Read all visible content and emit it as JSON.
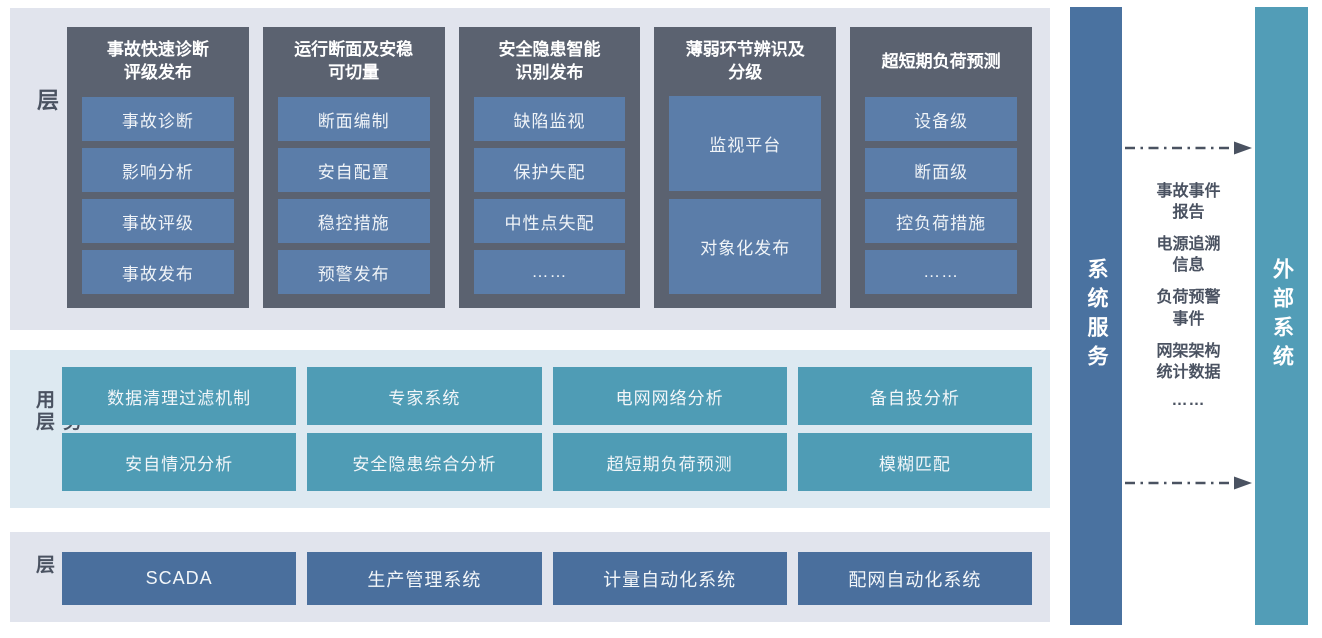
{
  "top_layer": {
    "label": "高级应用层",
    "columns": [
      {
        "title": "事故快速诊断\n评级发布",
        "items": [
          "事故诊断",
          "影响分析",
          "事故评级",
          "事故发布"
        ]
      },
      {
        "title": "运行断面及安稳\n可切量",
        "items": [
          "断面编制",
          "安自配置",
          "稳控措施",
          "预警发布"
        ]
      },
      {
        "title": "安全隐患智能\n识别发布",
        "items": [
          "缺陷监视",
          "保护失配",
          "中性点失配",
          "……"
        ]
      },
      {
        "title": "薄弱环节辨识及\n分级",
        "items": [
          "监视平台",
          "对象化发布"
        ]
      },
      {
        "title": "超短期负荷预测",
        "items": [
          "设备级",
          "断面级",
          "控负荷措施",
          "……"
        ]
      }
    ]
  },
  "mid_layer": {
    "label": "业务应用层",
    "rows": [
      [
        "数据清理过滤机制",
        "专家系统",
        "电网网络分析",
        "备自投分析"
      ],
      [
        "安自情况分析",
        "安全隐患综合分析",
        "超短期负荷预测",
        "模糊匹配"
      ]
    ]
  },
  "data_layer": {
    "label": "数据层",
    "items": [
      "SCADA",
      "生产管理系统",
      "计量自动化系统",
      "配网自动化系统"
    ]
  },
  "system_service_bar": {
    "label": "系统服务"
  },
  "external_system_bar": {
    "label": "外部系统"
  },
  "exchange": {
    "items": [
      "事故事件\n报告",
      "电源追溯\n信息",
      "负荷预警\n事件",
      "网架架构\n统计数据",
      "……"
    ]
  },
  "colors": {
    "panel_gray": "#e1e4ed",
    "panel_blue": "#dde9f1",
    "group_container": "#5b6270",
    "steel_chip": "#5b7da9",
    "teal_box": "#4f9cb5",
    "data_box": "#4a6f9d",
    "system_service_bar": "#4a72a0",
    "external_system_bar": "#529db7",
    "dark_text": "#4a5261"
  }
}
